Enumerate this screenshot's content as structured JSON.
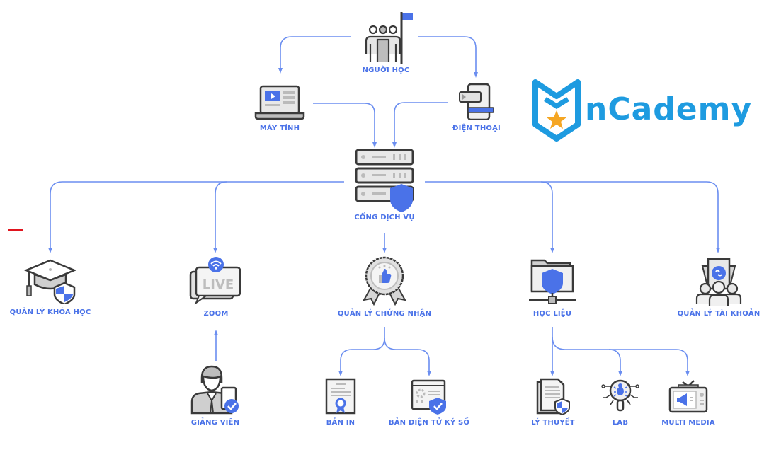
{
  "logo": {
    "text": "nCademy",
    "color": "#1e9be0",
    "star_color": "#f5a623"
  },
  "colors": {
    "accent": "#4a72e8",
    "line": "#6b8ef0",
    "icon_outline": "#3a3a3a",
    "icon_fill": "#d6d6d6"
  },
  "nodes": {
    "nguoi_hoc": {
      "label": "NGƯỜI HỌC",
      "icon": "people-flag-icon"
    },
    "may_tinh": {
      "label": "MÁY TÍNH",
      "icon": "laptop-icon"
    },
    "dien_thoai": {
      "label": "ĐIỆN THOẠI",
      "icon": "phone-icon"
    },
    "cong_dich_vu": {
      "label": "CỔNG DỊCH VỤ",
      "icon": "server-shield-icon"
    },
    "quan_ly_khoa_hoc": {
      "label": "QUẢN LÝ KHÓA HỌC",
      "icon": "graduation-cap-icon"
    },
    "zoom": {
      "label": "ZOOM",
      "icon": "live-chat-icon",
      "badge_text": "LIVE"
    },
    "quan_ly_chung_nhan": {
      "label": "QUẢN LÝ CHỨNG NHẬN",
      "icon": "badge-thumbs-up-icon"
    },
    "hoc_lieu": {
      "label": "HỌC LIỆU",
      "icon": "folder-shield-icon"
    },
    "quan_ly_tai_khoan": {
      "label": "QUẢN LÝ TÀI KHOẢN",
      "icon": "accounts-icon"
    },
    "giang_vien": {
      "label": "GIẢNG VIÊN",
      "icon": "teacher-icon"
    },
    "ban_in": {
      "label": "BẢN IN",
      "icon": "certificate-icon"
    },
    "ban_dien_tu": {
      "label": "BẢN ĐIỆN TỬ KÝ SỐ",
      "icon": "browser-shield-icon"
    },
    "ly_thuyet": {
      "label": "LÝ THUYẾT",
      "icon": "document-shield-icon"
    },
    "lab": {
      "label": "LAB",
      "icon": "bug-magnifier-icon"
    },
    "multi_media": {
      "label": "MULTI  MEDIA",
      "icon": "tv-megaphone-icon"
    }
  },
  "edges": [
    [
      "nguoi_hoc",
      "may_tinh"
    ],
    [
      "nguoi_hoc",
      "dien_thoai"
    ],
    [
      "may_tinh",
      "cong_dich_vu"
    ],
    [
      "dien_thoai",
      "cong_dich_vu"
    ],
    [
      "cong_dich_vu",
      "quan_ly_khoa_hoc"
    ],
    [
      "cong_dich_vu",
      "zoom"
    ],
    [
      "cong_dich_vu",
      "quan_ly_chung_nhan"
    ],
    [
      "cong_dich_vu",
      "hoc_lieu"
    ],
    [
      "cong_dich_vu",
      "quan_ly_tai_khoan"
    ],
    [
      "giang_vien",
      "zoom"
    ],
    [
      "quan_ly_chung_nhan",
      "ban_in"
    ],
    [
      "quan_ly_chung_nhan",
      "ban_dien_tu"
    ],
    [
      "hoc_lieu",
      "ly_thuyet"
    ],
    [
      "hoc_lieu",
      "lab"
    ],
    [
      "hoc_lieu",
      "multi_media"
    ]
  ]
}
